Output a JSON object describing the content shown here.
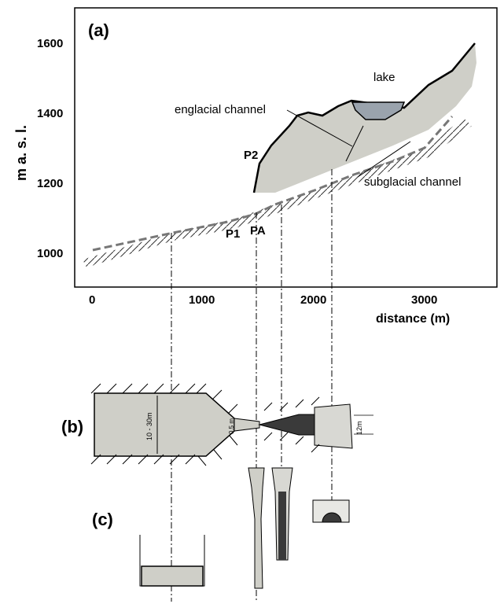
{
  "panel_a": {
    "label": "(a)",
    "ylabel": "m a. s. l.",
    "xlabel": "distance (m)",
    "y_ticks": [
      "1000",
      "1200",
      "1400",
      "1600"
    ],
    "x_ticks": [
      "0",
      "1000",
      "2000",
      "3000"
    ],
    "annotations": {
      "lake": "lake",
      "englacial": "englacial channel",
      "subglacial": "subglacial channel",
      "p1": "P1",
      "p2": "P2",
      "pa": "PA"
    }
  },
  "panel_b": {
    "label": "(b)",
    "dim_height": "10 - 30m",
    "dim_narrow": "0.5 m",
    "dim_right": "12m"
  },
  "panel_c": {
    "label": "(c)"
  },
  "colors": {
    "ice": "#cfcfc8",
    "dark_channel": "#3a3a3a",
    "lake": "#9aa3ad"
  }
}
